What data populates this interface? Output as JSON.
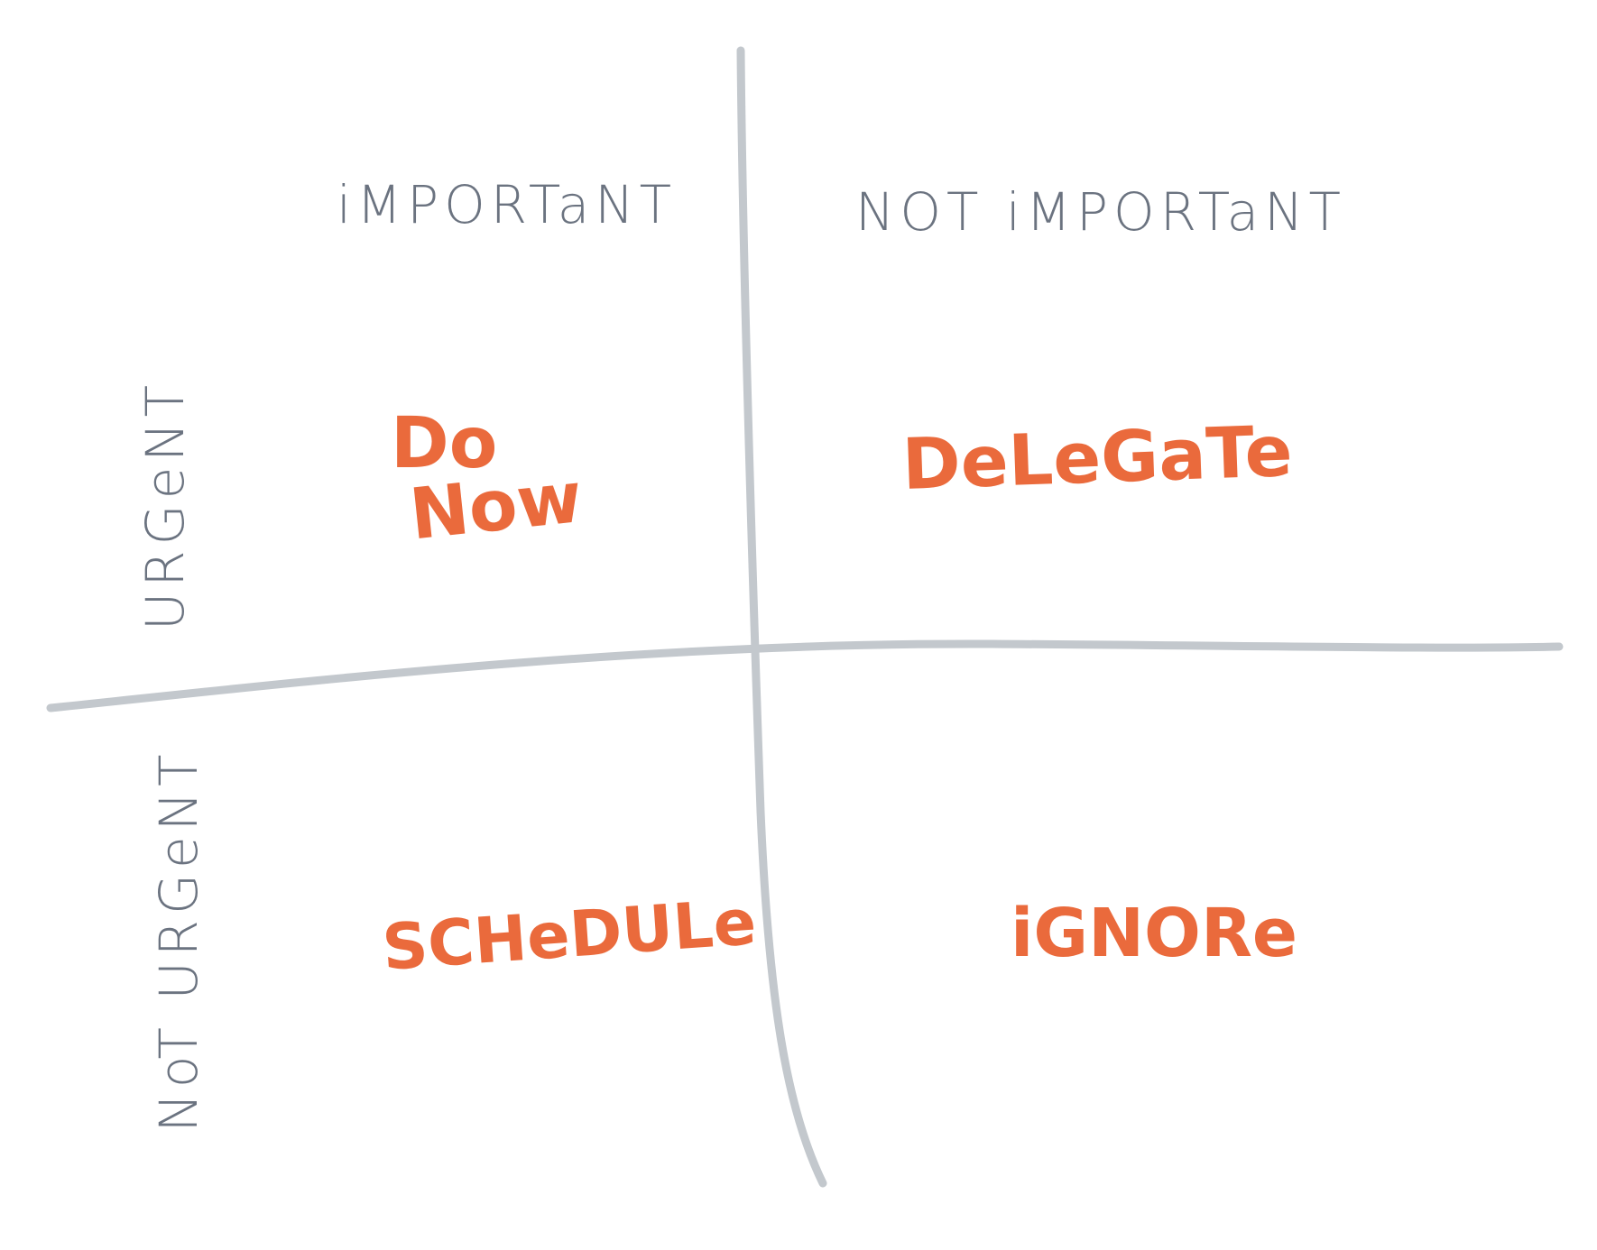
{
  "matrix": {
    "columns": {
      "important": "iMPORTaNT",
      "not_important": "NOT iMPORTaNT"
    },
    "rows": {
      "urgent": "URGeNT",
      "not_urgent": "NoT URGeNT"
    },
    "quadrants": {
      "do_now_line1": "Do",
      "do_now_line2": "Now",
      "delegate": "DeLeGaTe",
      "schedule": "SCHeDULe",
      "ignore": "iGNORe"
    }
  },
  "colors": {
    "axis_line": "#c3c8cd",
    "label_text": "#6b7380",
    "action_text": "#ea6a3c"
  }
}
